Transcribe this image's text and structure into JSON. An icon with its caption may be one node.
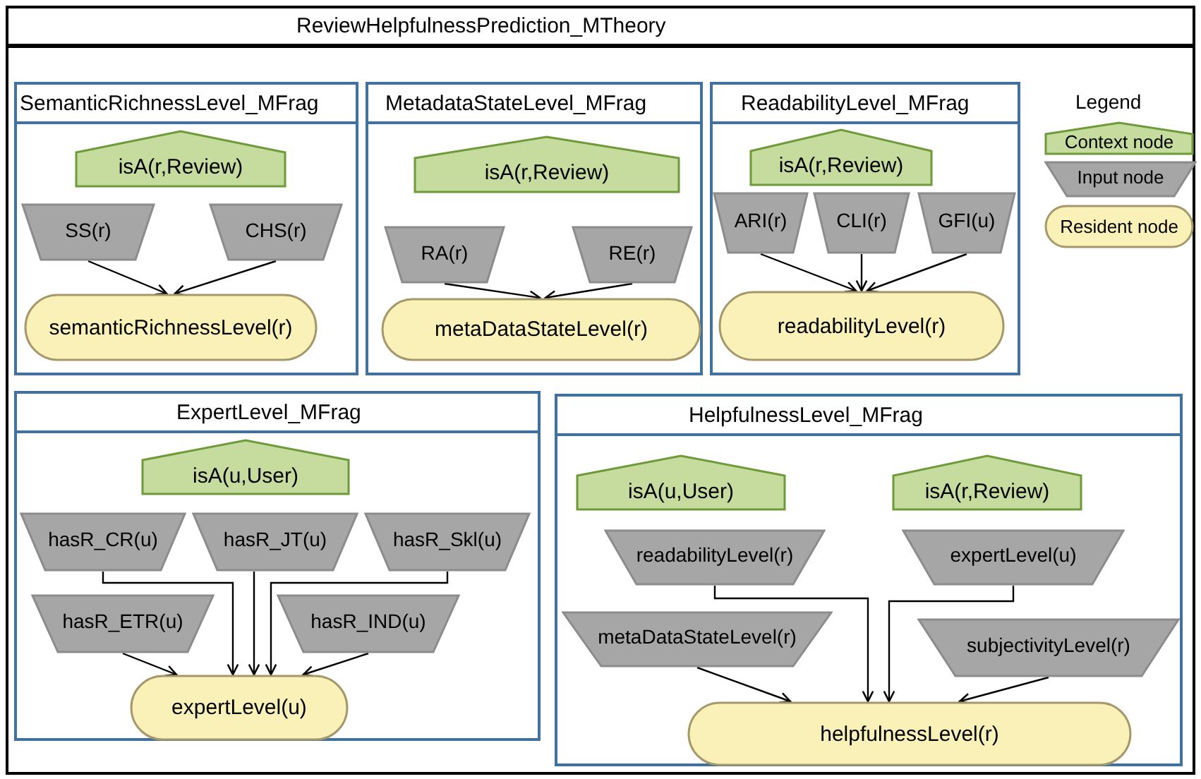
{
  "diagram": {
    "nodes": [
      {
        "text": [
          "ReviewHelpfulnessPrediction_MTheory"
        ]
      },
      {
        "text": [
          "SemanticRichnessLevel_MFrag"
        ],
        "in": 0
      },
      {
        "text": [
          "isA(r,Review)"
        ],
        "in": 1
      },
      {
        "text": [
          "SS(r)"
        ],
        "in": 1
      },
      {
        "text": [
          "CHS(r)"
        ],
        "in": 1
      },
      {
        "text": [
          "semanticRichnessLevel(r)"
        ],
        "in": 1
      },
      {
        "text": [
          "MetadataStateLevel_MFrag"
        ],
        "in": 0
      },
      {
        "text": [
          "isA(r,Review)"
        ],
        "in": 6
      },
      {
        "text": [
          "RA(r)"
        ],
        "in": 6
      },
      {
        "text": [
          "RE(r)"
        ],
        "in": 6
      },
      {
        "text": [
          "metaDataStateLevel(r)"
        ],
        "in": 6
      },
      {
        "text": [
          "ReadabilityLevel_MFrag"
        ],
        "in": 0
      },
      {
        "text": [
          "isA(r,Review)"
        ],
        "in": 11
      },
      {
        "text": [
          "ARI(r)"
        ],
        "in": 11
      },
      {
        "text": [
          "CLI(r)"
        ],
        "in": 11
      },
      {
        "text": [
          "GFI(u)"
        ],
        "in": 11
      },
      {
        "text": [
          "readabilityLevel(r)"
        ],
        "in": 11
      },
      {
        "text": [
          "ExpertLevel_MFrag"
        ],
        "in": 0
      },
      {
        "text": [
          "isA(u,User)"
        ],
        "in": 17
      },
      {
        "text": [
          "hasR_CR(u)"
        ],
        "in": 17
      },
      {
        "text": [
          "hasR_JT(u)"
        ],
        "in": 17
      },
      {
        "text": [
          "hasR_Skl(u)"
        ],
        "in": 17
      },
      {
        "text": [
          "hasR_ETR(u)"
        ],
        "in": 17
      },
      {
        "text": [
          "hasR_IND(u)"
        ],
        "in": 17
      },
      {
        "text": [
          "expertLevel(u)"
        ],
        "in": 17
      },
      {
        "text": [
          "HelpfulnessLevel_MFrag"
        ],
        "in": 0
      },
      {
        "text": [
          "isA(u,User)"
        ],
        "in": 25
      },
      {
        "text": [
          "isA(r,Review)"
        ],
        "in": 25
      },
      {
        "text": [
          "readabilityLevel(r)"
        ],
        "in": 25
      },
      {
        "text": [
          "expertLevel(u)"
        ],
        "in": 25
      },
      {
        "text": [
          "metaDataStateLevel(r)"
        ],
        "in": 25
      },
      {
        "text": [
          "subjectivityLevel(r)"
        ],
        "in": 25
      },
      {
        "text": [
          "helpfulnessLevel(r)"
        ],
        "in": 25
      }
    ],
    "edges": [
      {
        "from": 3,
        "to": 5,
        "arrow": "to"
      },
      {
        "from": 4,
        "to": 5,
        "arrow": "to"
      },
      {
        "from": 8,
        "to": 10,
        "arrow": "to"
      },
      {
        "from": 9,
        "to": 10,
        "arrow": "to"
      },
      {
        "from": 13,
        "to": 16,
        "arrow": "to"
      },
      {
        "from": 14,
        "to": 16,
        "arrow": "to"
      },
      {
        "from": 15,
        "to": 16,
        "arrow": "to"
      },
      {
        "from": 19,
        "to": 24,
        "arrow": "to"
      },
      {
        "from": 20,
        "to": 24,
        "arrow": "to"
      },
      {
        "from": 21,
        "to": 24,
        "arrow": "to"
      },
      {
        "from": 22,
        "to": 24,
        "arrow": "to"
      },
      {
        "from": 23,
        "to": 24,
        "arrow": "to"
      },
      {
        "from": 28,
        "to": 32,
        "arrow": "to"
      },
      {
        "from": 30,
        "to": 32,
        "arrow": "to"
      },
      {
        "from": 29,
        "to": 32,
        "arrow": "to"
      },
      {
        "from": 31,
        "to": 32,
        "arrow": "to"
      }
    ],
    "labels": [
      "Legend"
    ],
    "legend": [
      {
        "text": "Context node"
      },
      {
        "text": "Input node"
      },
      {
        "text": "Resident node"
      }
    ]
  }
}
